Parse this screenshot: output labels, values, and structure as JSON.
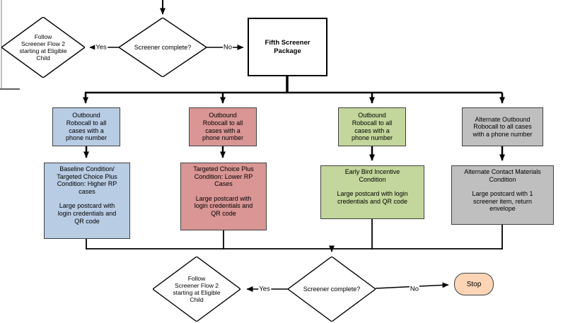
{
  "flowchart": {
    "top": {
      "follow_diamond": "Follow\nScreener Flow 2\nstarting at Eligible\nChild",
      "screener_diamond": "Screener complete?",
      "yes_label": "Yes",
      "no_label": "No",
      "package_box": "Fifth Screener\nPackage"
    },
    "columns": [
      {
        "name": "baseline-targeted-choice-plus-higher-rp",
        "color": "#b8cce4",
        "robocall": "Outbound\nRobocall to all\ncases with a\nphone number",
        "condition": "Baseline Condition/\nTargeted Choice Plus\nCondition: Higher RP\ncases",
        "materials": "Large postcard with\nlogin credentials and\nQR code"
      },
      {
        "name": "targeted-choice-plus-lower-rp",
        "color": "#d99694",
        "robocall": "Outbound\nRobocall to all\ncases with a\nphone number",
        "condition": "Targeted Choice Plus\nCondition: Lower RP\nCases",
        "materials": "Large postcard with\nlogin credentials and\nQR code"
      },
      {
        "name": "early-bird-incentive",
        "color": "#c3d69b",
        "robocall": "Outbound\nRobocall to all\ncases with a\nphone number",
        "condition": "Early Bird Incentive\nCondition",
        "materials": "Large postcard with login\ncredentials and QR code"
      },
      {
        "name": "alternate-contact-materials",
        "color": "#bfbfbf",
        "robocall": "Alternate Outbound\nRobocall to all cases\nwith a phone number",
        "condition": "Alternate Contact Materials\nCondition",
        "materials": "Large postcard with 1\nscreener item, return\nenvelope"
      }
    ],
    "bottom": {
      "follow_diamond": "Follow\nScreener Flow 2\nstarting at Eligible\nChild",
      "screener_diamond": "Screener complete?",
      "yes_label": "Yes",
      "no_label": "No",
      "stop_label": "Stop"
    }
  },
  "colors": {
    "column_blue": "#b8cce4",
    "column_red": "#d99694",
    "column_green": "#c3d69b",
    "column_gray": "#bfbfbf",
    "stop_fill": "#fbd5b5",
    "line": "#000000",
    "box_border": "#404040"
  }
}
